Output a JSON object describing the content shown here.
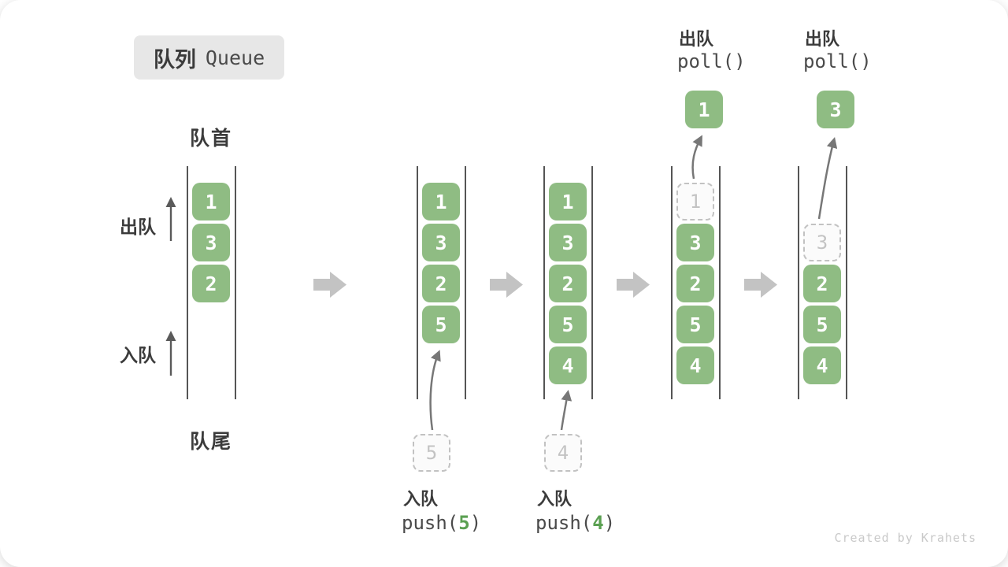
{
  "title": {
    "zh": "队列",
    "en": "Queue"
  },
  "labels": {
    "front": "队首",
    "rear": "队尾",
    "dequeue_side": "出队",
    "enqueue_side": "入队"
  },
  "watermark": "Created by Krahets",
  "colors": {
    "element_fill": "#8fbc83",
    "element_text": "#ffffff",
    "ghost_border": "#c2c2c2",
    "ghost_text": "#c3c3c3",
    "queue_wall": "#555555",
    "flow_arrow": "#c3c3c3",
    "op_arrow": "#777777",
    "text_dark": "#3b3b3b",
    "code_text": "#4a4a4a",
    "accent_green": "#5ba052",
    "title_bg": "#e7e7e7"
  },
  "queues": [
    {
      "boxes": [
        "1",
        "3",
        "2"
      ]
    },
    {
      "boxes": [
        "1",
        "3",
        "2",
        "5"
      ],
      "incoming": "5",
      "op": {
        "zh": "入队",
        "fn": "push(",
        "arg": "5",
        "close": ")"
      }
    },
    {
      "boxes": [
        "1",
        "3",
        "2",
        "5",
        "4"
      ],
      "incoming": "4",
      "op": {
        "zh": "入队",
        "fn": "push(",
        "arg": "4",
        "close": ")"
      }
    },
    {
      "boxes": [
        "3",
        "2",
        "5",
        "4"
      ],
      "ghost": "1",
      "outgoing": "1",
      "op": {
        "zh": "出队",
        "fn": "poll()"
      }
    },
    {
      "boxes": [
        "2",
        "5",
        "4"
      ],
      "ghost": "3",
      "outgoing": "3",
      "op": {
        "zh": "出队",
        "fn": "poll()"
      }
    }
  ]
}
